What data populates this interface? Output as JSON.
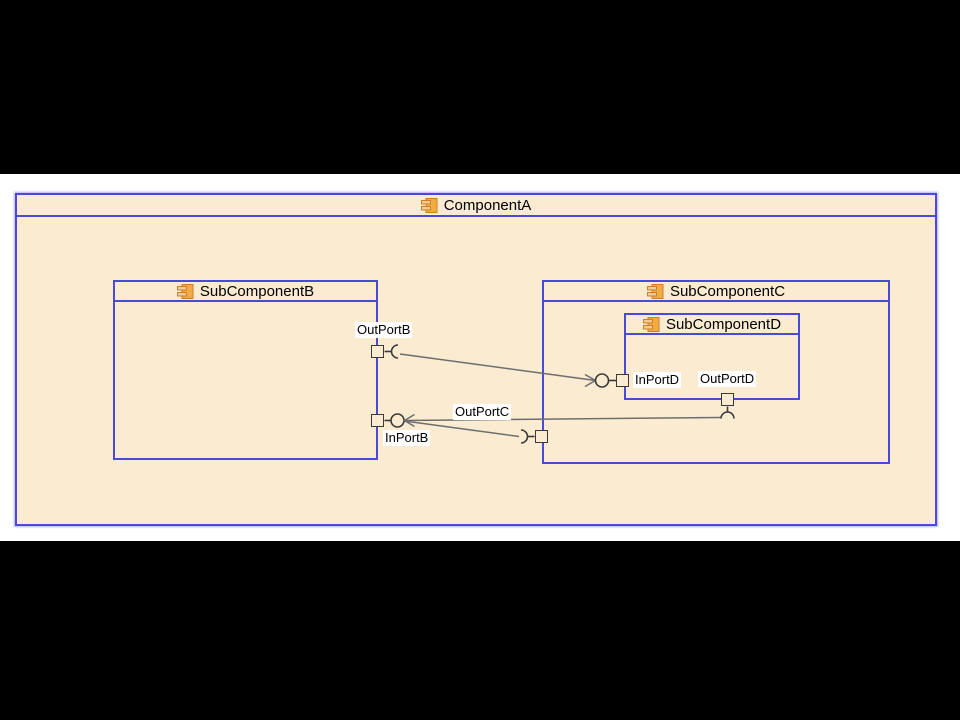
{
  "diagram": {
    "component_a": {
      "label": "ComponentA"
    },
    "sub_component_b": {
      "label": "SubComponentB"
    },
    "sub_component_c": {
      "label": "SubComponentC"
    },
    "sub_component_d": {
      "label": "SubComponentD"
    },
    "ports": {
      "out_port_b": {
        "label": "OutPortB"
      },
      "in_port_b": {
        "label": "InPortB"
      },
      "out_port_c": {
        "label": "OutPortC"
      },
      "in_port_d": {
        "label": "InPortD"
      },
      "out_port_d": {
        "label": "OutPortD"
      }
    },
    "colors": {
      "box_fill": "#FAEBD1",
      "box_border": "#4A4AD8",
      "connector": "#6E6E6E",
      "port_border": "#3A3A3A",
      "icon_fill": "#F3AC44",
      "icon_bar_fill": "#F7C98C",
      "icon_border": "#C9802B",
      "slide_background": "#FFFFFF",
      "page_background": "#000000"
    }
  }
}
